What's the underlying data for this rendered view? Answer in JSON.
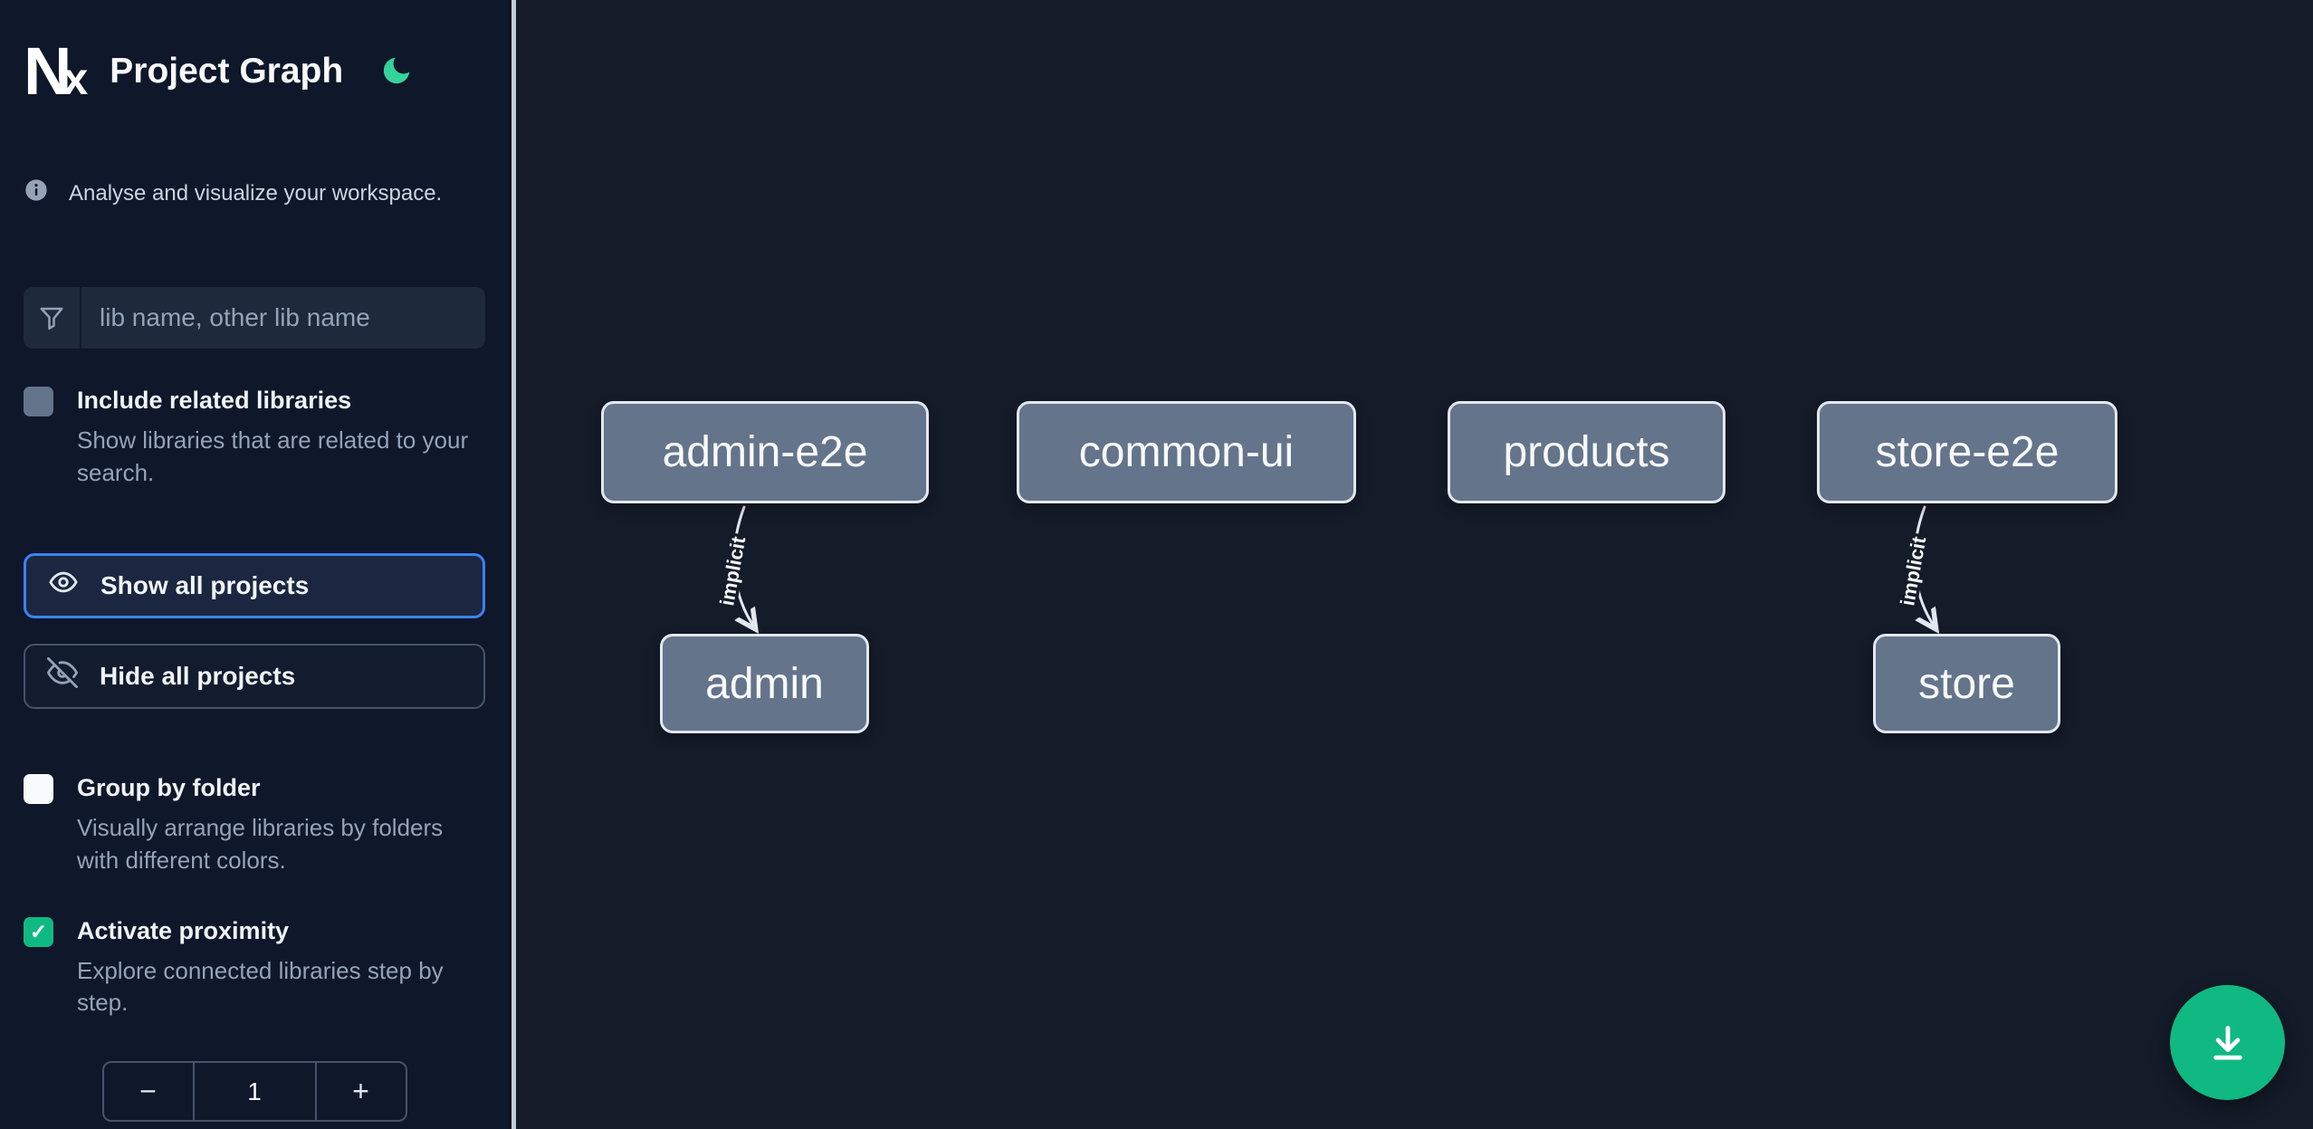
{
  "header": {
    "logo_n": "N",
    "logo_x": "x",
    "title": "Project Graph"
  },
  "sidebar": {
    "tagline": "Analyse and visualize your workspace.",
    "search_placeholder": "lib name, other lib name",
    "include_related": {
      "label": "Include related libraries",
      "description": "Show libraries that are related to your search.",
      "checked": false
    },
    "show_all_label": "Show all projects",
    "hide_all_label": "Hide all projects",
    "group_by_folder": {
      "label": "Group by folder",
      "description": "Visually arrange libraries by folders with different colors.",
      "checked": false
    },
    "proximity": {
      "label": "Activate proximity",
      "description": "Explore connected libraries step by step.",
      "checked": true,
      "check_glyph": "✓",
      "value": "1",
      "decrement_label": "−",
      "increment_label": "+"
    }
  },
  "graph": {
    "nodes": [
      {
        "id": "admin-e2e",
        "label": "admin-e2e"
      },
      {
        "id": "common-ui",
        "label": "common-ui"
      },
      {
        "id": "products",
        "label": "products"
      },
      {
        "id": "store-e2e",
        "label": "store-e2e"
      },
      {
        "id": "admin",
        "label": "admin"
      },
      {
        "id": "store",
        "label": "store"
      }
    ],
    "edges": [
      {
        "from": "admin-e2e",
        "to": "admin",
        "label": "implicit"
      },
      {
        "from": "store-e2e",
        "to": "store",
        "label": "implicit"
      }
    ]
  },
  "icons": {
    "theme_toggle": "moon-icon",
    "info": "info-icon",
    "search_filter": "funnel-icon",
    "show_all": "eye-icon",
    "hide_all": "eye-off-icon",
    "download": "download-icon"
  },
  "colors": {
    "accent_green": "#10b981",
    "moon_green": "#34d399",
    "focus_blue": "#3b82f6",
    "node_fill": "#64748b",
    "node_border": "#e2e8f0",
    "sidebar_bg": "#0f172a",
    "canvas_bg": "#141b29"
  }
}
